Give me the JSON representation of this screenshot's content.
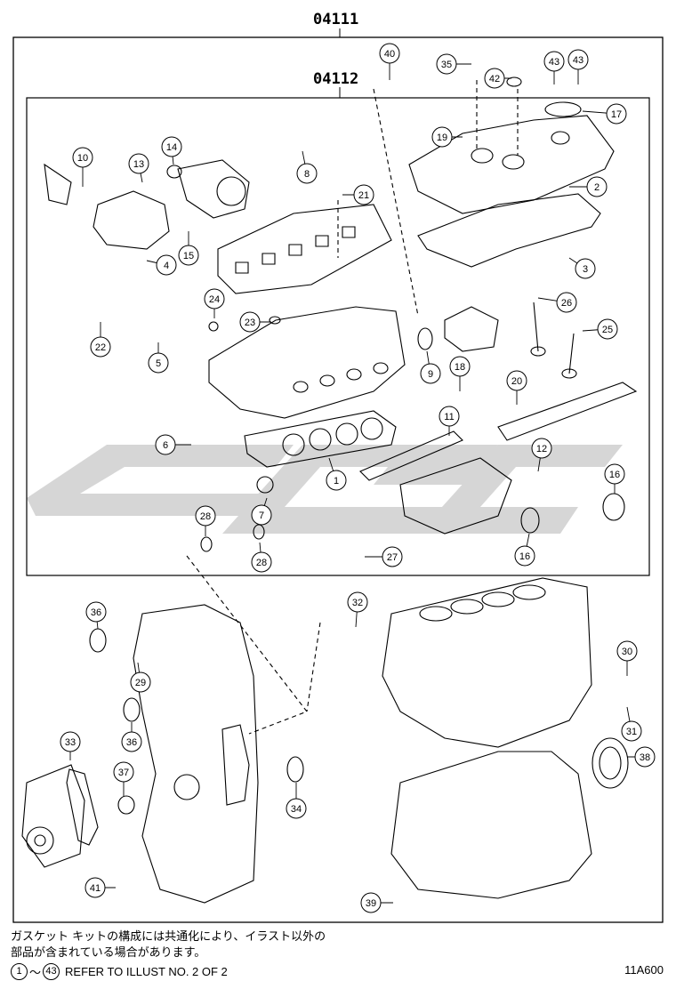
{
  "header": {
    "outer_code": "04111",
    "inner_code": "04112"
  },
  "notes": {
    "line1": "ガスケット キットの構成には共通化により、イラスト以外の",
    "line2": "部品が含まれている場合があります。",
    "ref_from": "1",
    "ref_tilde": "～",
    "ref_to": "43",
    "ref_text": "REFER TO ILLUST NO. 2 OF 2"
  },
  "figure_id": "11A600",
  "watermark_color": "#c8c8c8",
  "callouts": [
    {
      "n": "1"
    },
    {
      "n": "2"
    },
    {
      "n": "3"
    },
    {
      "n": "4"
    },
    {
      "n": "5"
    },
    {
      "n": "6"
    },
    {
      "n": "7"
    },
    {
      "n": "8"
    },
    {
      "n": "9"
    },
    {
      "n": "10"
    },
    {
      "n": "11"
    },
    {
      "n": "12"
    },
    {
      "n": "13"
    },
    {
      "n": "14"
    },
    {
      "n": "15"
    },
    {
      "n": "16"
    },
    {
      "n": "16"
    },
    {
      "n": "17"
    },
    {
      "n": "18"
    },
    {
      "n": "19"
    },
    {
      "n": "20"
    },
    {
      "n": "21"
    },
    {
      "n": "22"
    },
    {
      "n": "23"
    },
    {
      "n": "24"
    },
    {
      "n": "25"
    },
    {
      "n": "26"
    },
    {
      "n": "27"
    },
    {
      "n": "28"
    },
    {
      "n": "28"
    },
    {
      "n": "29"
    },
    {
      "n": "30"
    },
    {
      "n": "31"
    },
    {
      "n": "32"
    },
    {
      "n": "33"
    },
    {
      "n": "34"
    },
    {
      "n": "35"
    },
    {
      "n": "36"
    },
    {
      "n": "36"
    },
    {
      "n": "37"
    },
    {
      "n": "38"
    },
    {
      "n": "39"
    },
    {
      "n": "40"
    },
    {
      "n": "41"
    },
    {
      "n": "42"
    },
    {
      "n": "43"
    },
    {
      "n": "43"
    }
  ]
}
